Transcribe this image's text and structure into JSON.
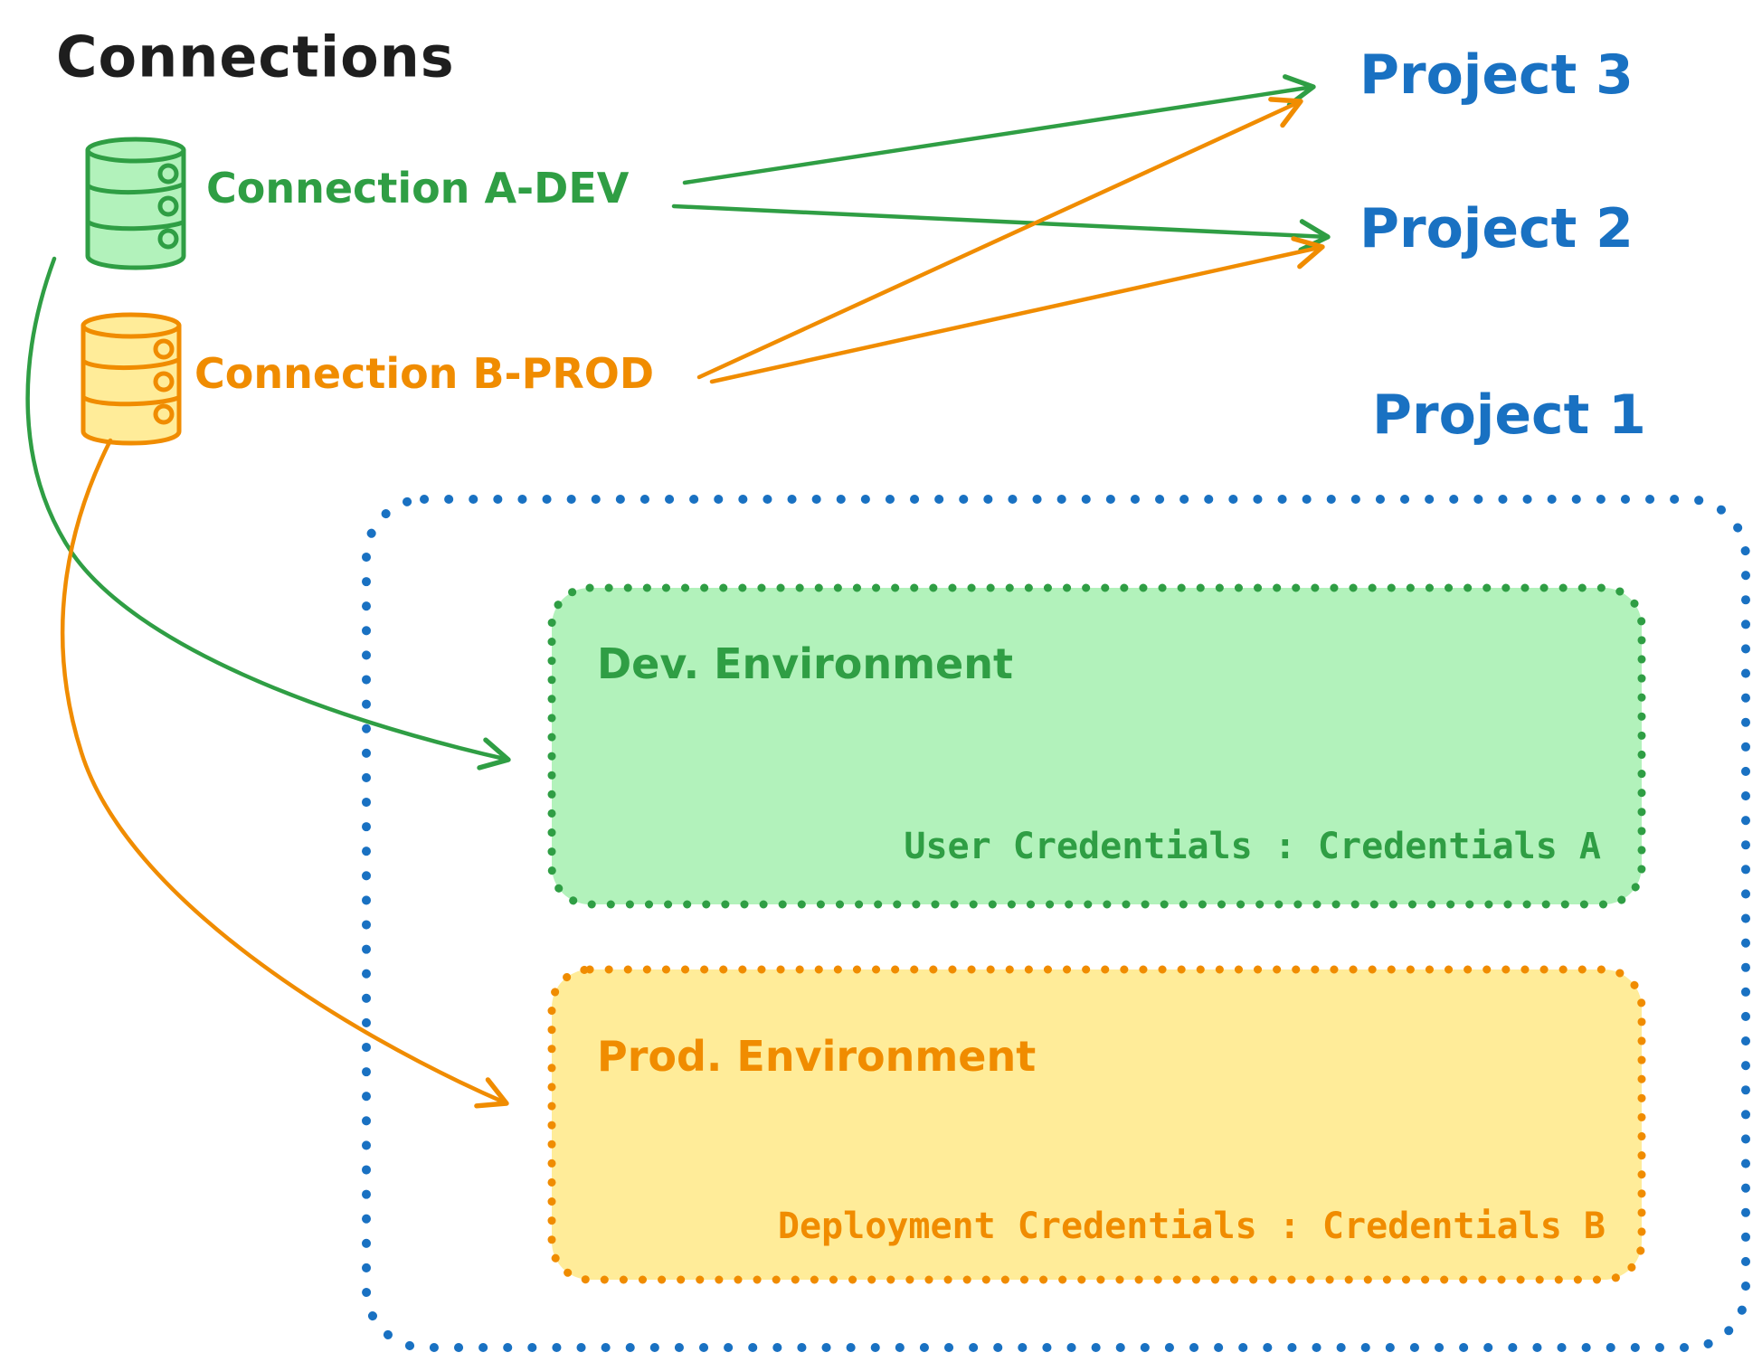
{
  "colors": {
    "ink": "#1e1e1e",
    "blue": "#1971c2",
    "green": "#2f9e44",
    "green_fill": "#b2f2bb",
    "orange": "#f08c00",
    "orange_fill": "#ffec99"
  },
  "header": {
    "title": "Connections"
  },
  "connections": [
    {
      "id": "a-dev",
      "label": "Connection A-DEV",
      "color": "#2f9e44",
      "icon": "database-icon"
    },
    {
      "id": "b-prod",
      "label": "Connection B-PROD",
      "color": "#f08c00",
      "icon": "database-icon"
    }
  ],
  "projects": [
    {
      "label": "Project 3"
    },
    {
      "label": "Project 2"
    },
    {
      "label": "Project 1"
    }
  ],
  "project1": {
    "label": "Project 1",
    "dev_environment": {
      "title": "Dev. Environment",
      "credentials_line": "User Credentials : Credentials A"
    },
    "prod_environment": {
      "title": "Prod. Environment",
      "credentials_line": "Deployment Credentials : Credentials B"
    }
  },
  "edges": [
    {
      "from": "Connection A-DEV",
      "to": "Project 3"
    },
    {
      "from": "Connection A-DEV",
      "to": "Project 2"
    },
    {
      "from": "Connection B-PROD",
      "to": "Project 3"
    },
    {
      "from": "Connection B-PROD",
      "to": "Project 2"
    },
    {
      "from": "Connection A-DEV",
      "to": "Dev. Environment"
    },
    {
      "from": "Connection B-PROD",
      "to": "Prod. Environment"
    }
  ]
}
